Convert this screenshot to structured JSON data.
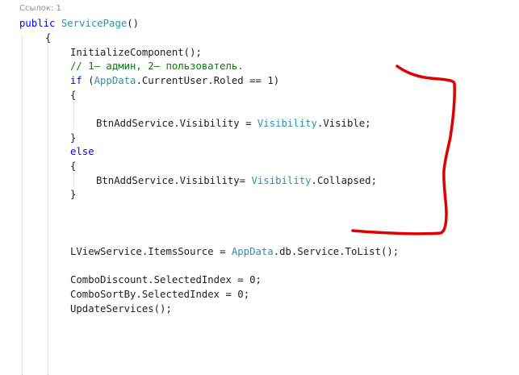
{
  "codelens": {
    "references": "Ссылок: 1"
  },
  "code": {
    "line1": {
      "kw": "public",
      "sp": " ",
      "name": "ServicePage",
      "rest": "()"
    },
    "line2": {
      "text": "{"
    },
    "line3": {
      "text": "InitializeComponent();"
    },
    "line4": {
      "text": "// 1– админ, 2– пользователь."
    },
    "line5": {
      "kw": "if",
      "open": " (",
      "type": "AppData",
      "rest": ".CurrentUser.Roled == 1)"
    },
    "line6": {
      "text": "{"
    },
    "line7": {
      "pre": "BtnAddService.Visibility = ",
      "type": "Visibility",
      "rest": ".Visible;"
    },
    "line8": {
      "text": "}"
    },
    "line9": {
      "kw": "else"
    },
    "line10": {
      "text": "{"
    },
    "line11": {
      "pre": "BtnAddService.Visibility= ",
      "type": "Visibility",
      "rest": ".Collapsed;"
    },
    "line12": {
      "text": "}"
    },
    "line13": {
      "pre": "LViewService.ItemsSource = ",
      "type": "AppData",
      "rest": ".db.Service.ToList();"
    },
    "line14": {
      "text": "ComboDiscount.SelectedIndex = 0;"
    },
    "line15": {
      "text": "ComboSortBy.SelectedIndex = 0;"
    },
    "line16": {
      "text": "UpdateServices();"
    }
  },
  "colors": {
    "keyword": "#0000ff",
    "type": "#2b91af",
    "comment": "#008000",
    "text": "#1e1e1e",
    "annotation": "#e00000"
  }
}
